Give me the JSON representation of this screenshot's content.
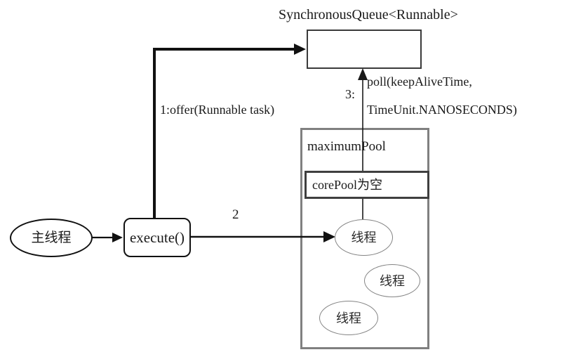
{
  "diagram": {
    "title": "SynchronousQueue<Runnable>",
    "main_thread": {
      "label": "主线程"
    },
    "execute_box": {
      "label": "execute()"
    },
    "labels": {
      "offer": "1:offer(Runnable task)",
      "step2": "2",
      "step3": "3:",
      "poll_line1": "poll(keepAliveTime,",
      "poll_line2": "TimeUnit.NANOSECONDS)"
    },
    "maximum_pool": {
      "label": "maximumPool",
      "core_pool_label": "corePool为空",
      "threads": [
        {
          "label": "线程"
        },
        {
          "label": "线程"
        },
        {
          "label": "线程"
        }
      ]
    },
    "colors": {
      "line": "#111111",
      "pool_border": "#808080",
      "queue_border": "#3a3a3a",
      "ellipse_border": "#848484"
    }
  }
}
